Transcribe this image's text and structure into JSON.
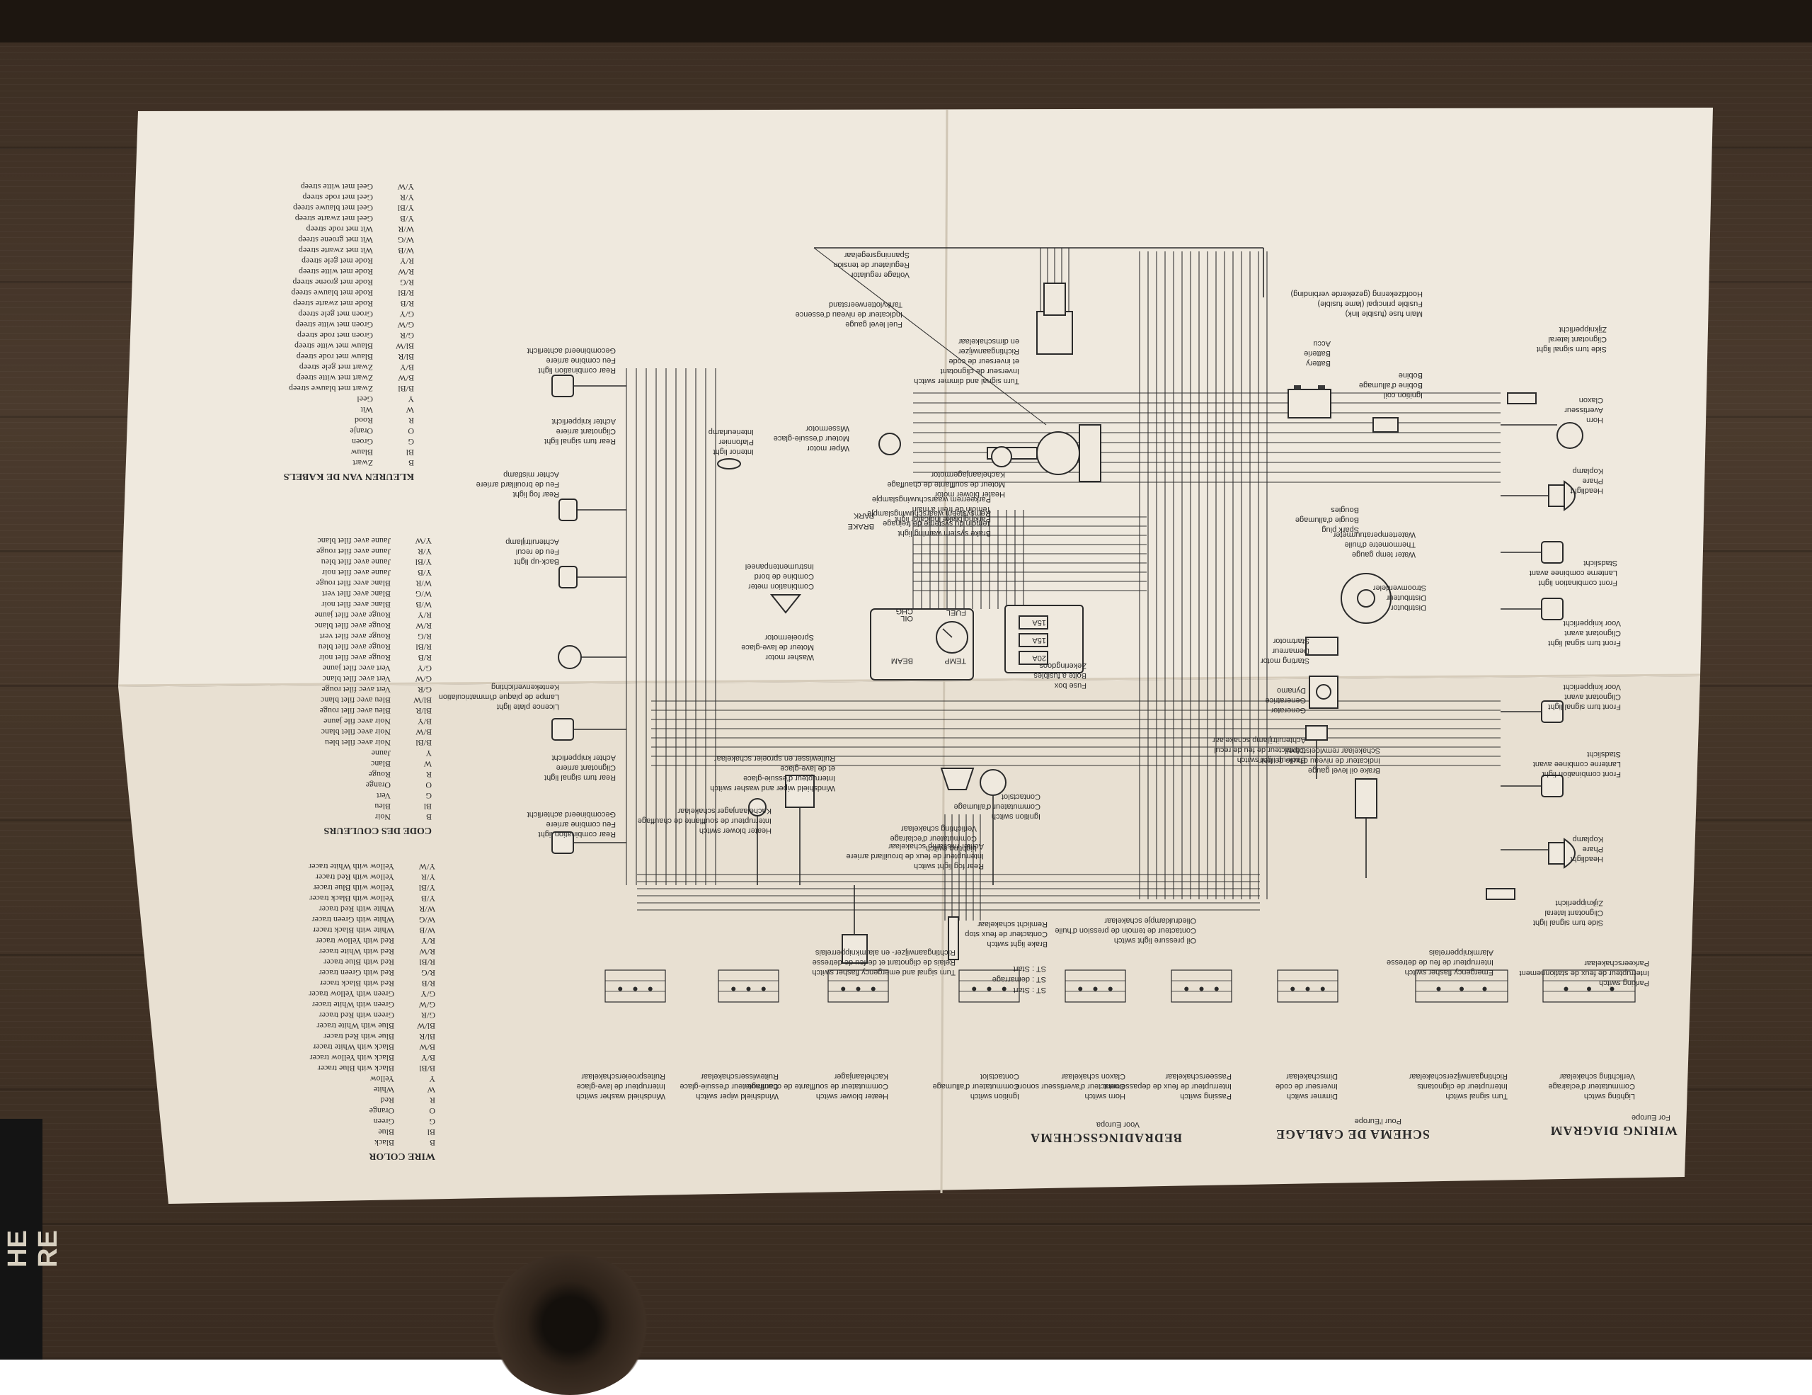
{
  "titles": {
    "english": "WIRING DIAGRAM",
    "english_sub": "For Europe",
    "french": "SCHEMA DE CABLAGE",
    "french_sub": "Pour l'Europe",
    "dutch": "BEDRADINGSSCHEMA",
    "dutch_sub": "Voor Europa"
  },
  "components": [
    {
      "id": "side-turn-signal-light-r",
      "text": "Side turn signal light\nClignotant lateral\nZijknipperlicht"
    },
    {
      "id": "horn",
      "text": "Horn\nAvertisseur\nClaxon"
    },
    {
      "id": "headlight-r",
      "text": "Headlight\nPhare\nKoplamp"
    },
    {
      "id": "front-combination-light-r",
      "text": "Front combination light\nLanterne combinee avant\nStadslicht"
    },
    {
      "id": "front-turn-signal-light-r",
      "text": "Front turn signal light\nClignotant avant\nVoor knipperlicht"
    },
    {
      "id": "ignition-coil",
      "text": "Ignition coil\nBobine d'allumage\nBobine"
    },
    {
      "id": "spark-plug",
      "text": "Spark plug\nBougie d'allumage\nBougies"
    },
    {
      "id": "distributor",
      "text": "Distributor\nDistributeur\nStroomverdeler"
    },
    {
      "id": "water-temp-gauge",
      "text": "Water temp gauge\nThermometre d'huile\nWatertemperatuurmeter"
    },
    {
      "id": "battery",
      "text": "Battery\nBatterie\nAccu"
    },
    {
      "id": "main-fuse",
      "text": "Main fuse (fusible link)\nFusible principal (lame fusible)\nHoofdzekering (gezekerde verbinding)"
    },
    {
      "id": "starting-motor",
      "text": "Starting motor\nDemarreur\nStartmotor"
    },
    {
      "id": "generator",
      "text": "Generator\nGeneratrice\nDynamo"
    },
    {
      "id": "back-up-light-switch",
      "text": "Back-up light switch\nContacteur de feu de recul\nAchteruitrijlamp schakelaar"
    },
    {
      "id": "front-turn-signal-light-l",
      "text": "Front turn signal light\nClignotant avant\nVoor knipperlicht"
    },
    {
      "id": "front-combination-light-l",
      "text": "Front combination light\nLanterne combinee avant\nStadslicht"
    },
    {
      "id": "brake-oil-level-gauge",
      "text": "Brake oil level gauge\nIndicateur de niveau d'huile de frein\nSchakelaar remvloeistofpeil"
    },
    {
      "id": "headlight-l",
      "text": "Headlight\nPhare\nKoplamp"
    },
    {
      "id": "side-turn-signal-light-l",
      "text": "Side turn signal light\nClignotant lateral\nZijknipperlicht"
    },
    {
      "id": "fuse-box",
      "text": "Fuse box\nBoite a fusibles\nZekeringdoos"
    },
    {
      "id": "turn-signal-dimmer-switch",
      "text": "Turn signal and dimmer switch\nInverseur de clignotant\net inverseur de code\nRichtingaanwijzer\nen dimschakelaar"
    },
    {
      "id": "fuel-level-gauge",
      "text": "Fuel level gauge\nIndicateur de niveau d'essence\nTankvlotterweerstand"
    },
    {
      "id": "voltage-regulator",
      "text": "Voltage regulator\nRegulateur de tension\nSpanningsregelaar"
    },
    {
      "id": "wiper-motor",
      "text": "Wiper motor\nMoteur d'essuie-glace\nWissermotor"
    },
    {
      "id": "interior-light",
      "text": "Interior light\nPlafonnier\nInterieurlamp"
    },
    {
      "id": "heater-blower-motor",
      "text": "Heater blower motor\nMoteur de soufflante de chauffage\nKachelaanjagermotor"
    },
    {
      "id": "brake-system-warning",
      "text": "Brake system warning light\nTemoin du systeme de freinage\nRemsysteem waarschuwingslampje"
    },
    {
      "id": "parking-brake-indicator",
      "text": "Parking brake indicator light\nTemoin de frein a main\nParkeerrem waarschuwingslampje"
    },
    {
      "id": "combination-meter",
      "text": "Combination meter\nCombine de bord\nInstrumentenpaneel"
    },
    {
      "id": "washer-motor",
      "text": "Washer motor\nMoteur de lave-glace\nSproeiermotor"
    },
    {
      "id": "licence-plate-light",
      "text": "Licence plate light\nLampe de plaque d'immatriculation\nKentekenverlichting"
    },
    {
      "id": "back-up-light",
      "text": "Back-up light\nFeu de recul\nAchteruitrijlamp"
    },
    {
      "id": "rear-fog-light",
      "text": "Rear fog light\nFeu de brouillard arriere\nAchter mistlamp"
    },
    {
      "id": "rear-turn-signal-light-r",
      "text": "Rear turn signal light\nClignotant arriere\nAchter knipperlicht"
    },
    {
      "id": "rear-combination-light-r",
      "text": "Rear combination light\nFeu combine arriere\nGecombineerd achterlicht"
    },
    {
      "id": "rear-turn-signal-light-l",
      "text": "Rear turn signal light\nClignotant arriere\nAchter knipperlicht"
    },
    {
      "id": "rear-combination-light-l",
      "text": "Rear combination light\nFeu combine arriere\nGecombineerd achterlicht"
    },
    {
      "id": "rear-fog-light-switch",
      "text": "Rear fog light switch\nInterrupteur de feux de brouillard arriere\nAchter mistlamp schakelaar"
    },
    {
      "id": "heater-blower-switch",
      "text": "Heater blower switch\nInterrupteur de soufflante de chauffage\nKachelaanjager schakelaar"
    },
    {
      "id": "windshield-wiper-washer-switch",
      "text": "Windshield wiper and washer switch\nInterrupteur d'essuie-glace\net de lave-glace\nRuitewisser en sproeier schakelaar"
    },
    {
      "id": "lighting-switch",
      "text": "Lighting switch\nCommutateur d'eclairage\nVerlichting schakelaar"
    },
    {
      "id": "ignition-switch",
      "text": "Ignition switch\nCommutateur d'allumage\nContactslot"
    },
    {
      "id": "brake-light-switch",
      "text": "Brake light switch\nContacteur de feux stop\nRemlicht schakelaar"
    },
    {
      "id": "oil-pressure-light-switch",
      "text": "Oil pressure light switch\nContacteur de temoin de pression d'huile\nOliedruklampje schakelaar"
    },
    {
      "id": "turn-signal-emergency-flasher",
      "text": "Turn signal and emergency flasher switch\nRelais de clignotant et de feu de detresse\nRichtingaanwijzer- en alarmknipperrelais"
    },
    {
      "id": "parking-switch",
      "text": "Parking switch\nInterrupteur de feux de stationnement\nParkeerschakelaar"
    },
    {
      "id": "emergency-flasher-switch",
      "text": "Emergency flasher switch\nInterrupteur de feu de detresse\nAlarmknipperrelais"
    }
  ],
  "switch_tables": [
    {
      "id": "lighting-switch-table",
      "title": "Lighting switch\nCommutateur d'eclairage\nVerlichting schakelaar"
    },
    {
      "id": "turn-signal-switch-table",
      "title": "Turn signal switch\nInterrupteur de clignotants\nRichtingaanwijzerschakelaar"
    },
    {
      "id": "dimmer-switch-table",
      "title": "Dimmer switch\nInverseur de code\nDimschakelaar"
    },
    {
      "id": "passing-switch-table",
      "title": "Passing switch\nInterrupteur de feux de depassement\nPasseerschakelaar"
    },
    {
      "id": "horn-switch-table",
      "title": "Horn switch\nContacteur d'avertisseur sonore\nClaxon schakelaar"
    },
    {
      "id": "ignition-switch-table",
      "title": "Ignition switch\nCommutateur d'allumage\nContactslot"
    },
    {
      "id": "heater-blower-switch-table",
      "title": "Heater blower switch\nCommutateur de soufflante de chauffage\nKachelaanjager"
    },
    {
      "id": "windshield-wiper-switch-table",
      "title": "Windshield wiper switch\nCommutateur d'essuie-glace\nRuitewisserschakelaar"
    },
    {
      "id": "windshield-washer-switch-table",
      "title": "Windshield washer switch\nInterrupteur de lave-glace\nRuitesproeierschakelaar"
    }
  ],
  "ignition_positions": [
    "ST : Start",
    "ST : demarrage",
    "ST : Start"
  ],
  "wire_colors_en": {
    "header": "WIRE COLOR",
    "rows": [
      [
        "B",
        "Black"
      ],
      [
        "Bl",
        "Blue"
      ],
      [
        "G",
        "Green"
      ],
      [
        "O",
        "Orange"
      ],
      [
        "R",
        "Red"
      ],
      [
        "W",
        "White"
      ],
      [
        "Y",
        "Yellow"
      ],
      [
        "B/Bl",
        "Black with Blue tracer"
      ],
      [
        "B/Y",
        "Black with Yellow tracer"
      ],
      [
        "B/W",
        "Black with White tracer"
      ],
      [
        "Bl/R",
        "Blue with Red tracer"
      ],
      [
        "Bl/W",
        "Blue with White tracer"
      ],
      [
        "G/R",
        "Green with Red tracer"
      ],
      [
        "G/W",
        "Green with White tracer"
      ],
      [
        "G/Y",
        "Green with Yellow tracer"
      ],
      [
        "R/B",
        "Red with Black tracer"
      ],
      [
        "R/G",
        "Red with Green tracer"
      ],
      [
        "R/Bl",
        "Red with Blue tracer"
      ],
      [
        "R/W",
        "Red with White tracer"
      ],
      [
        "R/Y",
        "Red with Yellow tracer"
      ],
      [
        "W/B",
        "White with Black tracer"
      ],
      [
        "W/G",
        "White with Green tracer"
      ],
      [
        "W/R",
        "White with Red tracer"
      ],
      [
        "Y/B",
        "Yellow with Black tracer"
      ],
      [
        "Y/Bl",
        "Yellow with Blue tracer"
      ],
      [
        "Y/R",
        "Yellow with Red tracer"
      ],
      [
        "Y/W",
        "Yellow with White tracer"
      ]
    ]
  },
  "wire_colors_fr": {
    "header": "CODE DES COULEURS",
    "rows": [
      [
        "B",
        "Noir"
      ],
      [
        "Bl",
        "Bleu"
      ],
      [
        "G",
        "Vert"
      ],
      [
        "O",
        "Orange"
      ],
      [
        "R",
        "Rouge"
      ],
      [
        "W",
        "Blanc"
      ],
      [
        "Y",
        "Jaune"
      ],
      [
        "B/Bl",
        "Noir avec filet bleu"
      ],
      [
        "B/W",
        "Noir avec filet blanc"
      ],
      [
        "B/Y",
        "Noir avec file jaune"
      ],
      [
        "Bl/R",
        "Bleu avec filet rouge"
      ],
      [
        "Bl/W",
        "Bleu avec filet blanc"
      ],
      [
        "G/R",
        "Vert avec filet rouge"
      ],
      [
        "G/W",
        "Vert avec filet blanc"
      ],
      [
        "G/Y",
        "Vert avec filet jaune"
      ],
      [
        "R/B",
        "Rouge avec filet noir"
      ],
      [
        "R/Bl",
        "Rouge avec filet bleu"
      ],
      [
        "R/G",
        "Rouge avec filet vert"
      ],
      [
        "R/W",
        "Rouge avec filet blanc"
      ],
      [
        "R/Y",
        "Rouge avec filet jaune"
      ],
      [
        "W/B",
        "Blanc avec filet noir"
      ],
      [
        "W/G",
        "Blanc avec filet vert"
      ],
      [
        "W/R",
        "Blanc avec filet rouge"
      ],
      [
        "Y/B",
        "Jaune avec filet noir"
      ],
      [
        "Y/Bl",
        "Jaune avec filet bleu"
      ],
      [
        "Y/R",
        "Jaune avec filet rouge"
      ],
      [
        "Y/W",
        "Jaune avec filet blanc"
      ]
    ]
  },
  "wire_colors_nl": {
    "header": "KLEUREN VAN DE KABELS",
    "rows": [
      [
        "B",
        "Zwart"
      ],
      [
        "Bl",
        "Blauw"
      ],
      [
        "G",
        "Groen"
      ],
      [
        "O",
        "Oranje"
      ],
      [
        "R",
        "Rood"
      ],
      [
        "W",
        "Wit"
      ],
      [
        "Y",
        "Geel"
      ],
      [
        "B/Bl",
        "Zwart met blauwe streep"
      ],
      [
        "B/W",
        "Zwart met witte streep"
      ],
      [
        "B/Y",
        "Zwart met gele streep"
      ],
      [
        "Bl/R",
        "Blauw met rode streep"
      ],
      [
        "Bl/W",
        "Blauw met witte streep"
      ],
      [
        "G/R",
        "Groen met rode streep"
      ],
      [
        "G/W",
        "Groen met witte streep"
      ],
      [
        "G/Y",
        "Groen met gele streep"
      ],
      [
        "R/B",
        "Rode met zwarte streep"
      ],
      [
        "R/Bl",
        "Rode met blauwe streep"
      ],
      [
        "R/G",
        "Rode met groene streep"
      ],
      [
        "R/W",
        "Rode met witte streep"
      ],
      [
        "R/Y",
        "Rode met gele streep"
      ],
      [
        "W/B",
        "Wit met zwarte streep"
      ],
      [
        "W/G",
        "Wit met groene streep"
      ],
      [
        "W/R",
        "Wit met rode streep"
      ],
      [
        "Y/B",
        "Geel met zwarte streep"
      ],
      [
        "Y/Bl",
        "Geel met blauwe streep"
      ],
      [
        "Y/R",
        "Geel met rode streep"
      ],
      [
        "Y/W",
        "Geel met witte streep"
      ]
    ]
  },
  "gauge_labels": {
    "fuel": "FUEL",
    "temp": "TEMP",
    "beam": "BEAM",
    "oil": "OIL",
    "chg": "CHG"
  },
  "fuse_labels": [
    "15A",
    "15A",
    "20A"
  ],
  "warning_labels": [
    "BRAKE",
    "PARK"
  ],
  "book_text": "HE\nRE",
  "colors": {
    "paper": "#efe9de",
    "ink": "#2b2b2b",
    "wood": "#433427"
  }
}
